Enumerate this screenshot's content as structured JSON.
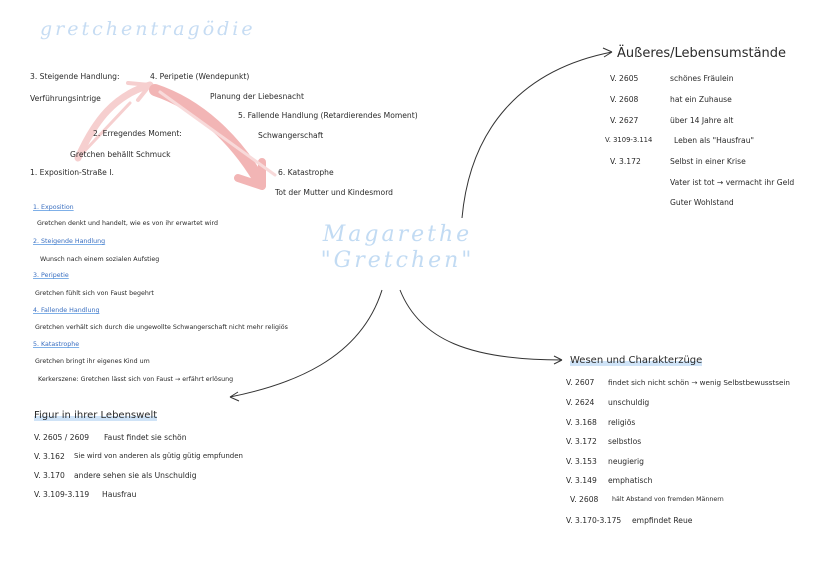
{
  "title": "gretchentragödie",
  "center": {
    "line1": "Magarethe",
    "line2": "\"Gretchen\""
  },
  "drama": {
    "stage3": "3. Steigende Handlung:",
    "stage3_sub": "Verführungsintrige",
    "stage4": "4. Peripetie (Wendepunkt)",
    "stage4_sub": "Planung der Liebesnacht",
    "stage2": "2. Erregendes Moment:",
    "stage2_sub": "Gretchen behällt Schmuck",
    "stage5": "5. Fallende Handlung (Retardierendes Moment)",
    "stage5_sub": "Schwangerschaft",
    "stage1": "1. Exposition-Straße I.",
    "stage6": "6. Katastrophe",
    "stage6_sub": "Tot der Mutter und Kindesmord"
  },
  "summary": [
    {
      "head": "1. Exposition",
      "text": "Gretchen denkt und handelt, wie es von ihr erwartet wird"
    },
    {
      "head": "2. Steigende Handlung",
      "text": "Wunsch nach einem sozialen Aufstieg"
    },
    {
      "head": "3. Peripetie",
      "text": "Gretchen fühlt sich von Faust begehrt"
    },
    {
      "head": "4. Fallende Handlung",
      "text": "Gretchen verhält sich durch die ungewollte Schwangerschaft nicht mehr religiös"
    },
    {
      "head": "5. Katastrophe",
      "text": "Gretchen bringt ihr eigenes Kind um"
    },
    {
      "head": "",
      "text": "Kerkerszene: Gretchen lässt sich von Faust → erfährt erlösung"
    }
  ],
  "aeusseres": {
    "title": "Äußeres/Lebensumstände",
    "rows": [
      {
        "ref": "V. 2605",
        "text": "schönes Fräulein"
      },
      {
        "ref": "V. 2608",
        "text": "hat ein Zuhause"
      },
      {
        "ref": "V. 2627",
        "text": "über 14 Jahre alt"
      },
      {
        "ref": "V. 3109-3.114",
        "text": "Leben als \"Hausfrau\""
      },
      {
        "ref": "V. 3.172",
        "text": "Selbst in einer Krise"
      }
    ],
    "extra1": "Vater ist tot → vermacht ihr Geld",
    "extra2": "Guter Wohlstand"
  },
  "wesen": {
    "title": "Wesen und Charakterzüge",
    "rows": [
      {
        "ref": "V. 2607",
        "text": "findet sich nicht schön → wenig Selbstbewusstsein"
      },
      {
        "ref": "V. 2624",
        "text": "unschuldig"
      },
      {
        "ref": "V. 3.168",
        "text": "religiös"
      },
      {
        "ref": "V. 3.172",
        "text": "selbstlos"
      },
      {
        "ref": "V. 3.153",
        "text": "neugierig"
      },
      {
        "ref": "V. 3.149",
        "text": "emphatisch"
      },
      {
        "ref": "V. 2608",
        "text": "hält Abstand von fremden Männern"
      },
      {
        "ref": "V. 3.170-3.175",
        "text": "empfindet Reue"
      }
    ]
  },
  "figur": {
    "title": "Figur in ihrer Lebenswelt",
    "rows": [
      {
        "ref": "V. 2605 / 2609",
        "text": "Faust findet sie schön"
      },
      {
        "ref": "V. 3.162",
        "text": "Sie wird von anderen als gütig gütig empfunden"
      },
      {
        "ref": "V. 3.170",
        "text": "andere sehen sie als Unschuldig"
      },
      {
        "ref": "V. 3.109-3.119",
        "text": "Hausfrau"
      }
    ]
  }
}
